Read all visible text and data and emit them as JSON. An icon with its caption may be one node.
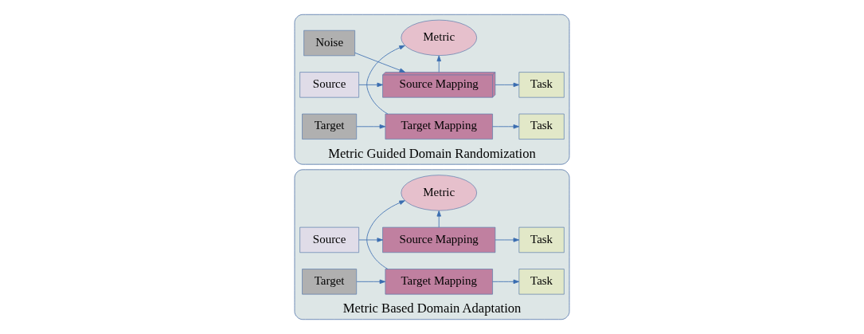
{
  "diagram": {
    "nodes": [
      {
        "text": [
          "Metric Based Domain Adaptation"
        ]
      },
      {
        "text": [
          "Source"
        ],
        "in": 0
      },
      {
        "text": [
          "Source Mapping"
        ],
        "in": 0
      },
      {
        "text": [
          "Task"
        ],
        "in": 0
      },
      {
        "text": [
          "Metric"
        ],
        "in": 0
      },
      {
        "text": [
          "Target"
        ],
        "in": 0
      },
      {
        "text": [
          "Target Mapping"
        ],
        "in": 0
      },
      {
        "text": [
          "Task"
        ],
        "in": 0
      },
      {
        "text": [
          "Metric Guided Domain Randomization"
        ]
      },
      {
        "text": [
          "Noise"
        ],
        "in": 8
      },
      {
        "text": [
          "Source"
        ],
        "in": 8
      },
      {
        "text": [
          "Source Mapping"
        ],
        "in": 8
      },
      {
        "text": [
          "Task"
        ],
        "in": 8
      },
      {
        "text": [
          "Metric"
        ],
        "in": 8
      },
      {
        "text": [
          "Target"
        ],
        "in": 8
      },
      {
        "text": [
          "Target Mapping"
        ],
        "in": 8
      },
      {
        "text": [
          "Task"
        ],
        "in": 8
      }
    ],
    "edges": [
      {
        "from": 1,
        "to": 2,
        "arrow": "to"
      },
      {
        "from": 2,
        "to": 3,
        "arrow": "to"
      },
      {
        "from": 2,
        "to": 4,
        "arrow": "to"
      },
      {
        "from": 6,
        "to": 4,
        "arrow": "to"
      },
      {
        "from": 5,
        "to": 6,
        "arrow": "to"
      },
      {
        "from": 6,
        "to": 7,
        "arrow": "to"
      },
      {
        "from": 9,
        "to": 11,
        "arrow": "to"
      },
      {
        "from": 10,
        "to": 11,
        "arrow": "to"
      },
      {
        "from": 11,
        "to": 12,
        "arrow": "to"
      },
      {
        "from": 11,
        "to": 13,
        "arrow": "to"
      },
      {
        "from": 15,
        "to": 13,
        "arrow": "to"
      },
      {
        "from": 14,
        "to": 15,
        "arrow": "to"
      },
      {
        "from": 15,
        "to": 16,
        "arrow": "to"
      }
    ]
  }
}
